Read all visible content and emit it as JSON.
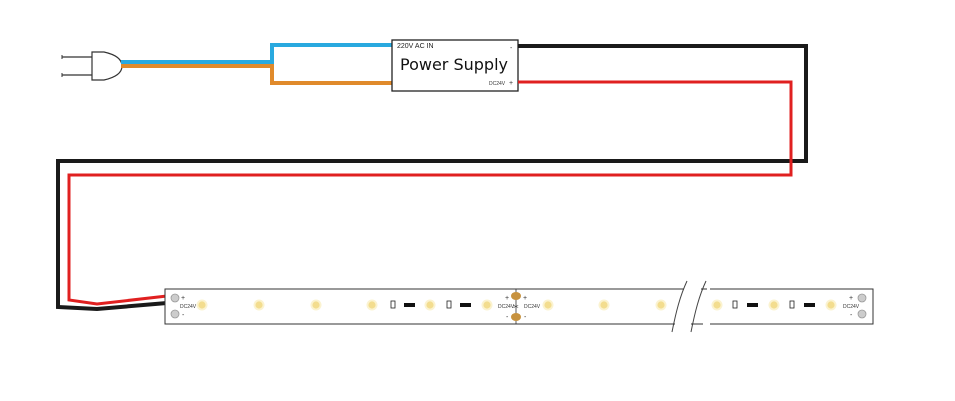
{
  "power_supply": {
    "title": "Power Supply",
    "input_label": "220V AC IN",
    "output_label": "DC24V",
    "neg_sign": "-",
    "pos_sign": "+"
  },
  "strip": {
    "voltage_label": "DC24V",
    "plus": "+",
    "minus": "-"
  },
  "colors": {
    "live": "#29a9df",
    "neutral": "#e08a2b",
    "negative": "#1a1a1a",
    "positive": "#e02020",
    "led": "#f3dd8f",
    "pad": "#c7923f"
  }
}
